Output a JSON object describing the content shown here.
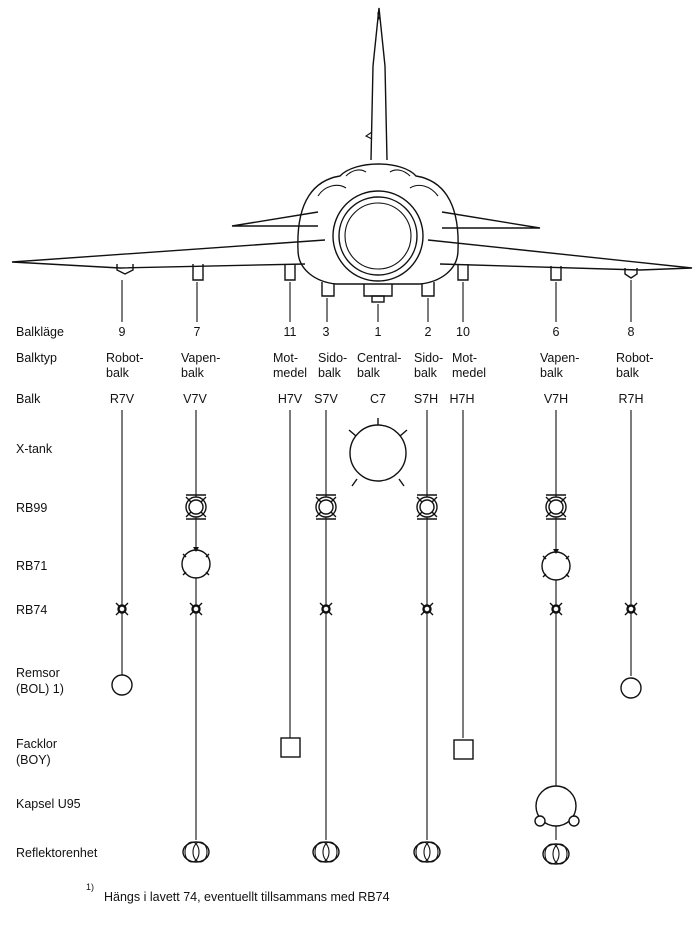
{
  "row_labels": {
    "balklage": "Balkläge",
    "balktyp": "Balktyp",
    "balk": "Balk",
    "xtank": "X-tank",
    "rb99": "RB99",
    "rb71": "RB71",
    "rb74": "RB74",
    "remsor_1": "Remsor",
    "remsor_2": "(BOL) 1)",
    "facklor_1": "Facklor",
    "facklor_2": "(BOY)",
    "kapsel": "Kapsel U95",
    "reflektor": "Reflektorenhet"
  },
  "columns": [
    {
      "pos": "9",
      "type1": "Robot-",
      "type2": "balk",
      "balk": "R7V",
      "stores": [
        "rb74",
        "remsor"
      ]
    },
    {
      "pos": "7",
      "type1": "Vapen-",
      "type2": "balk",
      "balk": "V7V",
      "stores": [
        "rb99",
        "rb71",
        "rb74",
        "reflektor"
      ]
    },
    {
      "pos": "11",
      "type1": "Mot-",
      "type2": "medel",
      "balk": "H7V",
      "stores": [
        "facklor"
      ]
    },
    {
      "pos": "3",
      "type1": "Sido-",
      "type2": "balk",
      "balk": "S7V",
      "stores": [
        "rb99",
        "rb74",
        "reflektor"
      ]
    },
    {
      "pos": "1",
      "type1": "Central-",
      "type2": "balk",
      "balk": "C7",
      "stores": [
        "xtank"
      ]
    },
    {
      "pos": "2",
      "type1": "Sido-",
      "type2": "balk",
      "balk": "S7H",
      "stores": [
        "rb99",
        "rb74",
        "reflektor"
      ]
    },
    {
      "pos": "10",
      "type1": "Mot-",
      "type2": "medel",
      "balk": "H7H",
      "stores": [
        "facklor"
      ]
    },
    {
      "pos": "6",
      "type1": "Vapen-",
      "type2": "balk",
      "balk": "V7H",
      "stores": [
        "rb99",
        "rb71",
        "rb74",
        "kapsel",
        "reflektor"
      ]
    },
    {
      "pos": "8",
      "type1": "Robot-",
      "type2": "balk",
      "balk": "R7H",
      "stores": [
        "rb74",
        "remsor"
      ]
    }
  ],
  "footnote": {
    "marker": "1)",
    "text": "Hängs i lavett 74, eventuellt tillsammans med RB74"
  },
  "icons": {
    "aircraft": "aircraft-front-view-icon",
    "xtank": "drop-tank-icon",
    "rb99": "missile-rb99-icon",
    "rb71": "missile-rb71-icon",
    "rb74": "missile-rb74-icon",
    "remsor": "chaff-pod-icon",
    "facklor": "flare-pod-icon",
    "kapsel": "pod-u95-icon",
    "reflektor": "reflector-unit-icon"
  }
}
